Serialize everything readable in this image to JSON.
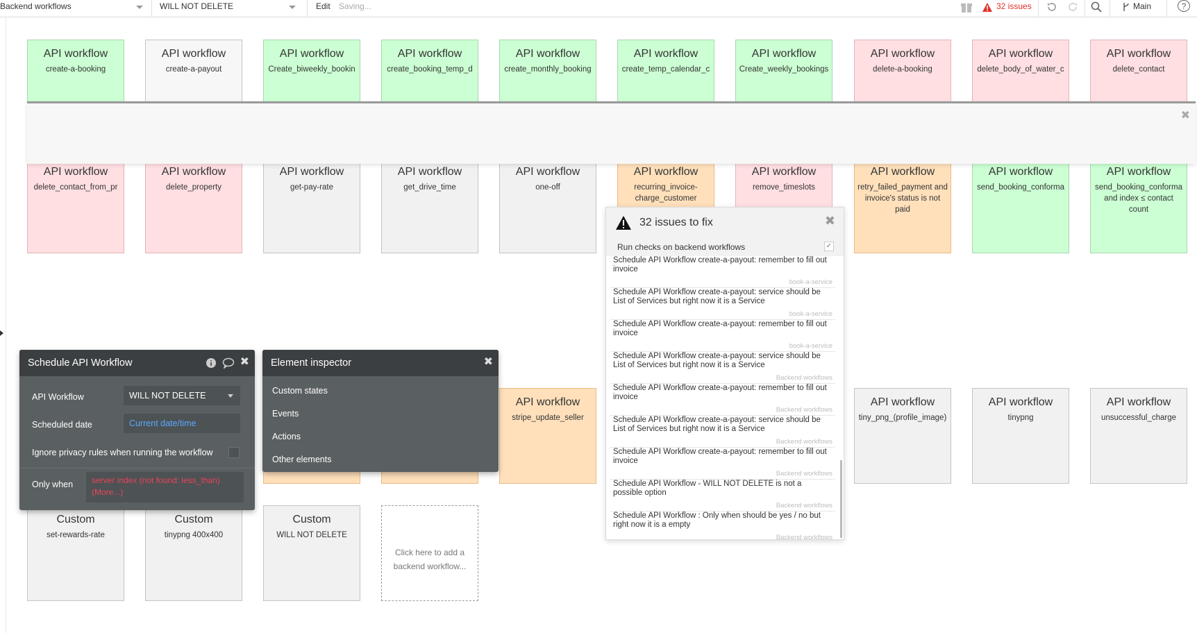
{
  "topbar": {
    "page_select": "Backend workflows",
    "workflow_select": "WILL NOT DELETE",
    "edit_label": "Edit",
    "status": "Saving...",
    "issues_label": "32 issues",
    "branch_label": "Main",
    "help_label": "?"
  },
  "cards_row1": [
    {
      "title": "API workflow",
      "sub": "create-a-booking",
      "color": "green"
    },
    {
      "title": "API workflow",
      "sub": "create-a-payout",
      "color": "white"
    },
    {
      "title": "API workflow",
      "sub": "Create_biweekly_bookin",
      "color": "green"
    },
    {
      "title": "API workflow",
      "sub": "create_booking_temp_d",
      "color": "green"
    },
    {
      "title": "API workflow",
      "sub": "create_monthly_booking",
      "color": "green"
    },
    {
      "title": "API workflow",
      "sub": "create_temp_calendar_c",
      "color": "green"
    },
    {
      "title": "API workflow",
      "sub": "Create_weekly_bookings",
      "color": "green"
    },
    {
      "title": "API workflow",
      "sub": "delete-a-booking",
      "color": "red"
    },
    {
      "title": "API workflow",
      "sub": "delete_body_of_water_c",
      "color": "red"
    },
    {
      "title": "API workflow",
      "sub": "delete_contact",
      "color": "red"
    }
  ],
  "cards_row2": [
    {
      "title": "API workflow",
      "sub": "delete_contact_from_pr",
      "color": "red"
    },
    {
      "title": "API workflow",
      "sub": "delete_property",
      "color": "red"
    },
    {
      "title": "API workflow",
      "sub": "get-pay-rate",
      "color": "gray"
    },
    {
      "title": "API workflow",
      "sub": "get_drive_time",
      "color": "gray"
    },
    {
      "title": "API workflow",
      "sub": "one-off",
      "color": "gray"
    },
    {
      "title": "API workflow",
      "sub": "recurring_invoice-charge_customer",
      "color": "orange"
    },
    {
      "title": "API workflow",
      "sub": "remove_timeslots",
      "color": "red"
    },
    {
      "title": "API workflow",
      "sub": "retry_failed_payment and invoice's status is not paid",
      "color": "orange"
    },
    {
      "title": "API workflow",
      "sub": "send_booking_conforma",
      "color": "green"
    },
    {
      "title": "API workflow",
      "sub": "send_booking_conforma and index ≤ contact count",
      "color": "green"
    }
  ],
  "cards_row3": [
    {
      "title": "API workflow",
      "sub": "stripe_update_seller",
      "color": "orange"
    },
    {
      "title": "API workflow",
      "sub": "tiny_png_(profile_image)",
      "color": "gray"
    },
    {
      "title": "API workflow",
      "sub": "tinypng",
      "color": "gray"
    },
    {
      "title": "API workflow",
      "sub": "unsuccessful_charge",
      "color": "gray"
    }
  ],
  "cards_row4": [
    {
      "title": "Custom",
      "sub": "set-rewards-rate",
      "color": "gray"
    },
    {
      "title": "Custom",
      "sub": "tinypng 400x400",
      "color": "gray"
    },
    {
      "title": "Custom",
      "sub": "WILL NOT DELETE",
      "color": "gray"
    }
  ],
  "add_card": "Click here to add a backend workflow...",
  "issues_panel": {
    "title": "32 issues to fix",
    "run_checks": "Run checks on backend workflows",
    "items": [
      {
        "msg": "Schedule API Workflow create-a-payout: remember to fill out invoice",
        "src": "book-a-service"
      },
      {
        "msg": "Schedule API Workflow create-a-payout: service should be List of Services but right now it is a Service",
        "src": "book-a-service"
      },
      {
        "msg": "Schedule API Workflow create-a-payout: remember to fill out invoice",
        "src": "book-a-service"
      },
      {
        "msg": "Schedule API Workflow create-a-payout: service should be List of Services but right now it is a Service",
        "src": "Backend workflows"
      },
      {
        "msg": "Schedule API Workflow create-a-payout: remember to fill out invoice",
        "src": "Backend workflows"
      },
      {
        "msg": "Schedule API Workflow create-a-payout: service should be List of Services but right now it is a Service",
        "src": "Backend workflows"
      },
      {
        "msg": "Schedule API Workflow create-a-payout: remember to fill out invoice",
        "src": "Backend workflows"
      },
      {
        "msg": "Schedule API Workflow - WILL NOT DELETE is not a possible option",
        "src": "Backend workflows"
      },
      {
        "msg": "Schedule API Workflow : Only when should be yes / no but right now it is a empty",
        "src": "Backend workflows"
      }
    ]
  },
  "schedule_panel": {
    "title": "Schedule API Workflow",
    "api_workflow_label": "API Workflow",
    "api_workflow_value": "WILL NOT DELETE",
    "scheduled_date_label": "Scheduled date",
    "scheduled_date_value": "Current date/time",
    "ignore_privacy_label": "Ignore privacy rules when running the workflow",
    "only_when_label": "Only when",
    "only_when_value": "server index (not found: less_than) (More...)"
  },
  "inspector_panel": {
    "title": "Element inspector",
    "items": [
      "Custom states",
      "Events",
      "Actions",
      "Other elements"
    ]
  }
}
